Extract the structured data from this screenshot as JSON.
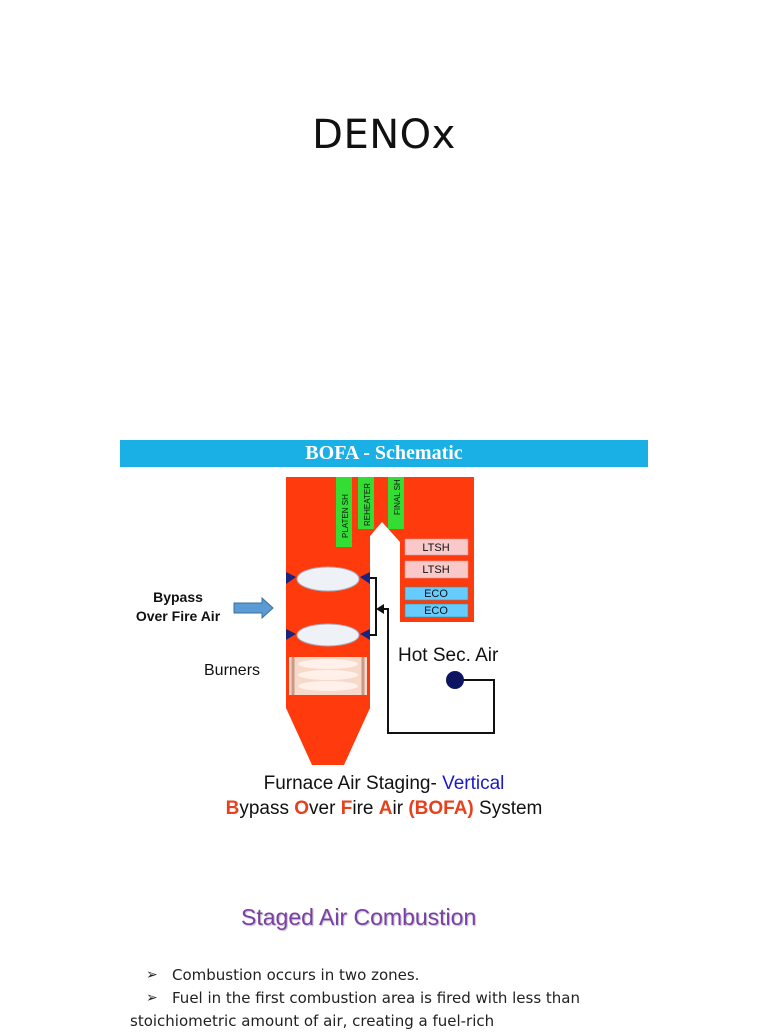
{
  "page_title": "DENOx",
  "schematic": {
    "header": "BOFA - Schematic",
    "tubes": [
      "PLATEN SH",
      "REHEATER",
      "FINAL SH"
    ],
    "heat_blocks": [
      "LTSH",
      "LTSH",
      "ECO",
      "ECO"
    ],
    "bypass_label_line1": "Bypass",
    "bypass_label_line2": "Over Fire Air",
    "burners_label": "Burners",
    "hot_air_label": "Hot Sec. Air",
    "colors": {
      "furnace": "#ff3a0d",
      "header": "#1ab0e6",
      "tube": "#33dd33",
      "ltsh": "#f9c9c9",
      "eco": "#66ccff",
      "arrow": "#5b9bd5"
    }
  },
  "caption": {
    "line1_prefix": "Furnace Air Staging- ",
    "line1_highlight": "Vertical",
    "b": "B",
    "ypass": "ypass ",
    "o": "O",
    "ver": "ver ",
    "f": "F",
    "ire": "ire ",
    "a": "A",
    "ir": "ir ",
    "bofa": "(BOFA)",
    "system": " System"
  },
  "section_title": "Staged Air Combustion",
  "bullets": [
    "Combustion occurs in two zones.",
    "Fuel in the first combustion area is fired with less than"
  ],
  "bullet_continuation": "stoichiometric amount of air, creating a fuel-rich"
}
